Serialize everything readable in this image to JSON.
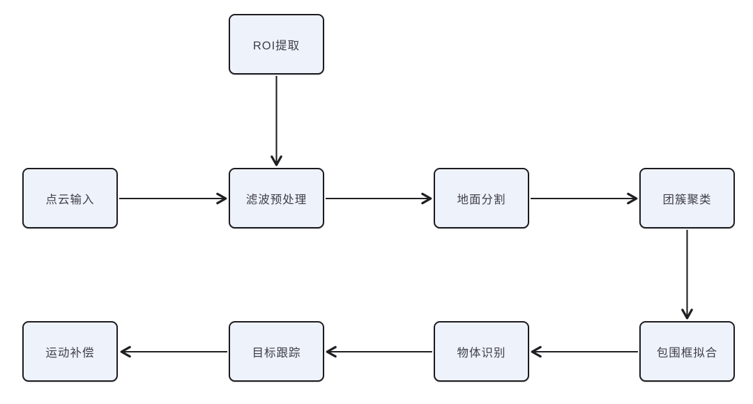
{
  "diagram": {
    "type": "flowchart",
    "background": "#ffffff",
    "colors": {
      "node_fill": "#eef2fb",
      "node_border": "#1b1b1f",
      "arrow": "#1f1f23",
      "text": "#3f3f46"
    },
    "nodes": [
      {
        "id": "roi",
        "label": "ROI提取"
      },
      {
        "id": "input",
        "label": "点云输入"
      },
      {
        "id": "filter",
        "label": "滤波预处理"
      },
      {
        "id": "ground",
        "label": "地面分割"
      },
      {
        "id": "cluster",
        "label": "团簇聚类"
      },
      {
        "id": "bbox",
        "label": "包围框拟合"
      },
      {
        "id": "recog",
        "label": "物体识别"
      },
      {
        "id": "tracking",
        "label": "目标跟踪"
      },
      {
        "id": "motion",
        "label": "运动补偿"
      }
    ],
    "edges": [
      {
        "from": "ROI提取",
        "to": "滤波预处理",
        "direction": "down"
      },
      {
        "from": "点云输入",
        "to": "滤波预处理",
        "direction": "right"
      },
      {
        "from": "滤波预处理",
        "to": "地面分割",
        "direction": "right"
      },
      {
        "from": "地面分割",
        "to": "团簇聚类",
        "direction": "right"
      },
      {
        "from": "团簇聚类",
        "to": "包围框拟合",
        "direction": "down"
      },
      {
        "from": "包围框拟合",
        "to": "物体识别",
        "direction": "left"
      },
      {
        "from": "物体识别",
        "to": "目标跟踪",
        "direction": "left"
      },
      {
        "from": "目标跟踪",
        "to": "运动补偿",
        "direction": "left"
      }
    ]
  }
}
